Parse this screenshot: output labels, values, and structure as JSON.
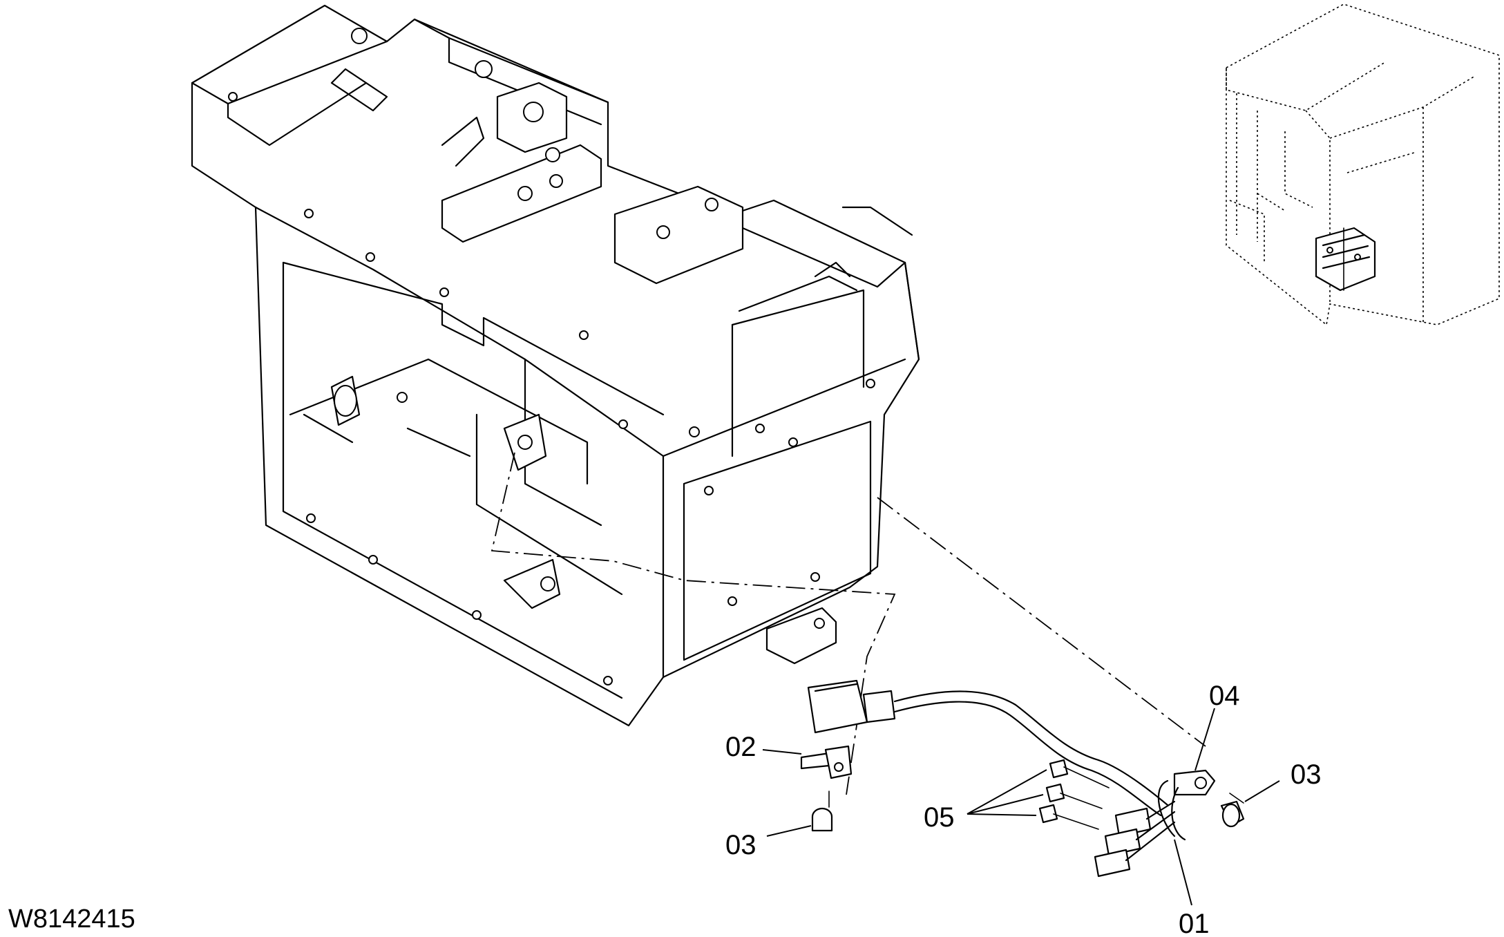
{
  "drawing_code": "W8142415",
  "callouts": {
    "c01": "01",
    "c02": "02",
    "c03a": "03",
    "c03b": "03",
    "c04": "04",
    "c05": "05"
  }
}
